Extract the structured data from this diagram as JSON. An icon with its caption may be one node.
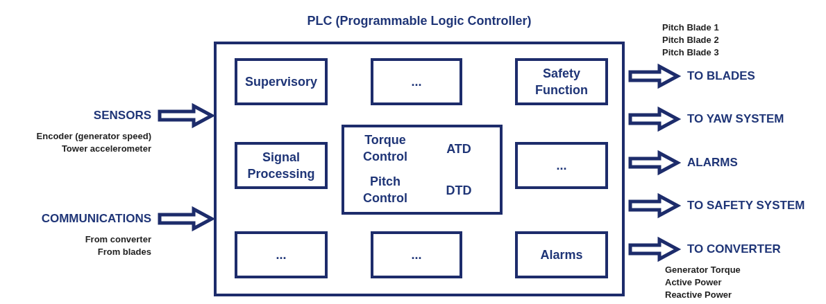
{
  "diagram": {
    "nodes": [
      {
        "text": [
          "PLC (Programmable Logic Controller)"
        ]
      },
      {
        "text": [
          "Supervisory"
        ],
        "in": 0
      },
      {
        "text": [
          "..."
        ],
        "in": 0
      },
      {
        "text": [
          "Safety Function"
        ],
        "in": 0
      },
      {
        "text": [
          "Signal Processing"
        ],
        "in": 0
      },
      {
        "text": [
          "Torque Control",
          "ATD",
          "Pitch Control",
          "DTD"
        ],
        "in": 0
      },
      {
        "text": [
          "..."
        ],
        "in": 0
      },
      {
        "text": [
          "..."
        ],
        "in": 0
      },
      {
        "text": [
          "..."
        ],
        "in": 0
      },
      {
        "text": [
          "Alarms"
        ],
        "in": 0
      },
      {
        "text": [
          "SENSORS"
        ],
        "beside": [
          "Encoder (generator speed)",
          "Tower accelerometer"
        ]
      },
      {
        "text": [
          "COMMUNICATIONS"
        ],
        "beside": [
          "From converter",
          "From blades"
        ]
      },
      {
        "text": [
          "TO BLADES"
        ],
        "beside": [
          "Pitch Blade 1",
          "Pitch Blade 2",
          "Pitch Blade 3"
        ]
      },
      {
        "text": [
          "TO YAW SYSTEM"
        ]
      },
      {
        "text": [
          "ALARMS"
        ]
      },
      {
        "text": [
          "TO SAFETY SYSTEM"
        ]
      },
      {
        "text": [
          "TO CONVERTER"
        ],
        "beside": [
          "Generator Torque",
          "Active Power",
          "Reactive Power"
        ]
      }
    ],
    "edges": [
      {
        "from": 10,
        "to": 0,
        "arrow": "to"
      },
      {
        "from": 11,
        "to": 0,
        "arrow": "to"
      },
      {
        "from": 0,
        "to": 12,
        "arrow": "to"
      },
      {
        "from": 0,
        "to": 13,
        "arrow": "to"
      },
      {
        "from": 0,
        "to": 14,
        "arrow": "to"
      },
      {
        "from": 0,
        "to": 15,
        "arrow": "to"
      },
      {
        "from": 0,
        "to": 16,
        "arrow": "to"
      }
    ]
  }
}
